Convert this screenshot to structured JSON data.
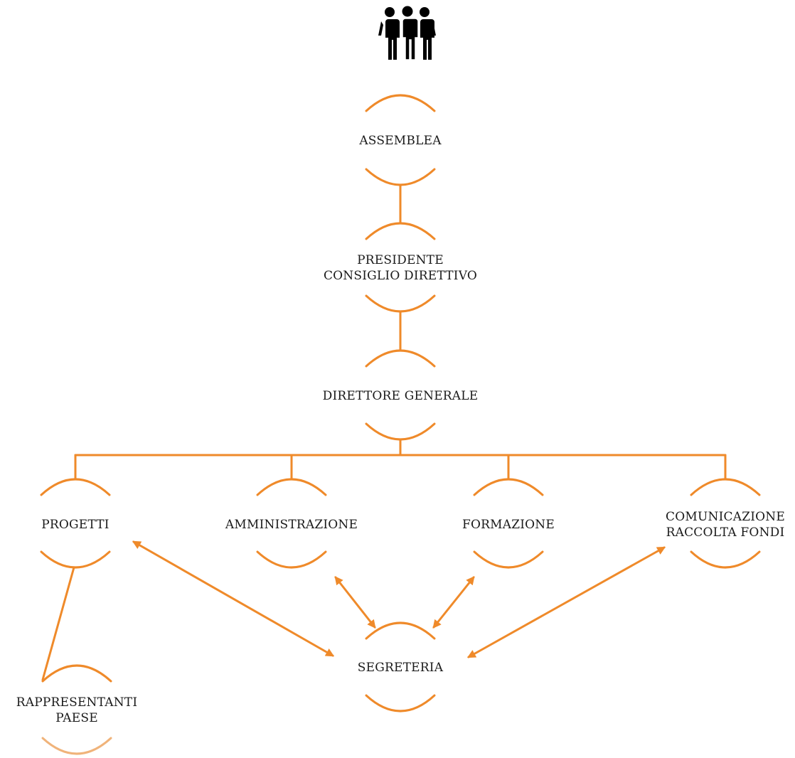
{
  "colors": {
    "accent": "#ef8a2a",
    "accent_faded": "#f0b37a",
    "icon": "#000000",
    "text": "#1a1a1a"
  },
  "header_icon": "people-group-icon",
  "nodes": {
    "assemblea": {
      "lines": [
        "ASSEMBLEA"
      ]
    },
    "presidente": {
      "lines": [
        "PRESIDENTE",
        "CONSIGLIO DIRETTIVO"
      ]
    },
    "direttore": {
      "lines": [
        "DIRETTORE GENERALE"
      ]
    },
    "progetti": {
      "lines": [
        "PROGETTI"
      ]
    },
    "amministrazione": {
      "lines": [
        "AMMINISTRAZIONE"
      ]
    },
    "formazione": {
      "lines": [
        "FORMAZIONE"
      ]
    },
    "comunicazione": {
      "lines": [
        "COMUNICAZIONE",
        "RACCOLTA FONDI"
      ]
    },
    "segreteria": {
      "lines": [
        "SEGRETERIA"
      ]
    },
    "rappresentanti": {
      "lines": [
        "RAPPRESENTANTI",
        "PAESE"
      ]
    }
  },
  "edges": [
    {
      "from": "assemblea",
      "to": "presidente",
      "type": "line"
    },
    {
      "from": "presidente",
      "to": "direttore",
      "type": "line"
    },
    {
      "from": "direttore",
      "to": "progetti",
      "type": "tree"
    },
    {
      "from": "direttore",
      "to": "amministrazione",
      "type": "tree"
    },
    {
      "from": "direttore",
      "to": "formazione",
      "type": "tree"
    },
    {
      "from": "direttore",
      "to": "comunicazione",
      "type": "tree"
    },
    {
      "from": "progetti",
      "to": "rappresentanti",
      "type": "line"
    },
    {
      "from": "segreteria",
      "to": "progetti",
      "type": "double-arrow"
    },
    {
      "from": "segreteria",
      "to": "amministrazione",
      "type": "double-arrow"
    },
    {
      "from": "segreteria",
      "to": "formazione",
      "type": "double-arrow"
    },
    {
      "from": "segreteria",
      "to": "comunicazione",
      "type": "double-arrow"
    }
  ]
}
